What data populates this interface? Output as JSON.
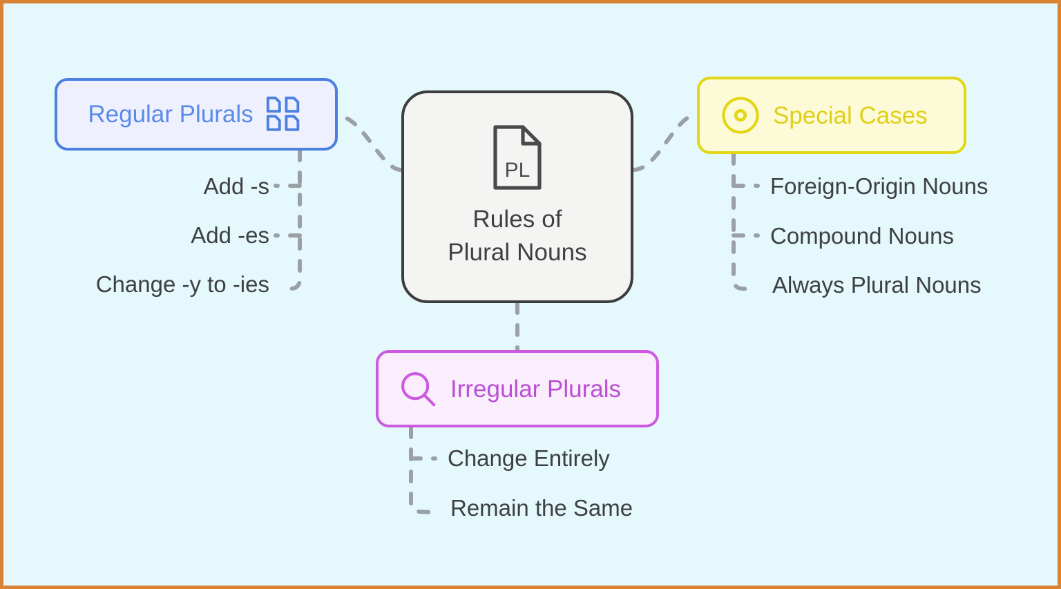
{
  "canvas": {
    "background_color": "#e5f8fc",
    "border_color": "#d98434"
  },
  "central": {
    "title": "Rules of\nPlural Nouns",
    "icon": "document-pl-icon",
    "icon_text": "PL",
    "fill_color": "#f4f4f2",
    "border_color": "#3d3d3d"
  },
  "branches": [
    {
      "id": "regular",
      "label": "Regular Plurals",
      "icon": "grid-documents-icon",
      "accent_color": "#4b7fe0",
      "text_color": "#5b8ae8",
      "fill_color": "#eef1fd",
      "children": [
        "Add -s",
        "Add -es",
        "Change -y to -ies"
      ]
    },
    {
      "id": "special",
      "label": "Special Cases",
      "icon": "target-dot-icon",
      "accent_color": "#e3d714",
      "text_color": "#e0cf18",
      "fill_color": "#fdfbd7",
      "children": [
        "Foreign-Origin Nouns",
        "Compound Nouns",
        "Always Plural Nouns"
      ]
    },
    {
      "id": "irregular",
      "label": "Irregular Plurals",
      "icon": "search-magnifier-icon",
      "accent_color": "#cb5ae0",
      "text_color": "#b94fd6",
      "fill_color": "#fbeefc",
      "children": [
        "Change Entirely",
        "Remain the Same"
      ]
    }
  ],
  "connector": {
    "color": "#9aa0a6",
    "style": "dashed"
  }
}
